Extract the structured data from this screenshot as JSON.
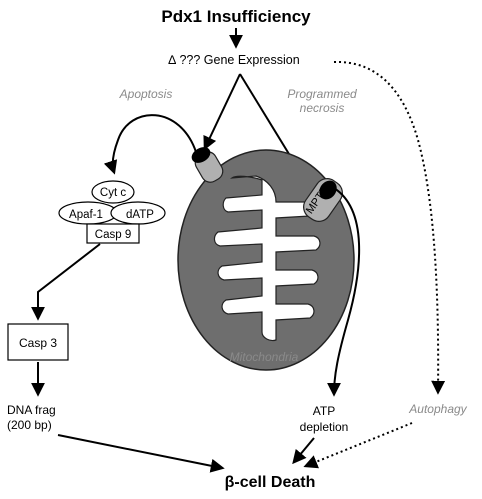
{
  "title": "Pdx1 Insufficiency",
  "gene_expression": "∆ ??? Gene Expression",
  "pathways": {
    "apoptosis": "Apoptosis",
    "programmed_necrosis_line1": "Programmed",
    "programmed_necrosis_line2": "necrosis",
    "autophagy": "Autophagy"
  },
  "apoptosome": {
    "cyt_c": "Cyt c",
    "apaf1": "Apaf-1",
    "datp": "dATP",
    "casp9": "Casp 9"
  },
  "casp3": "Casp 3",
  "dna_frag_line1": "DNA frag",
  "dna_frag_line2": "(200 bp)",
  "mptp": "MPTP",
  "mitochondria": "Mitochondria",
  "atp_line1": "ATP",
  "atp_line2": "depletion",
  "outcome": "β-cell Death",
  "colors": {
    "mito_outer": "#6e6e6e",
    "pathway_label": "#8a8a8a",
    "channel": "#b0b0b0"
  }
}
